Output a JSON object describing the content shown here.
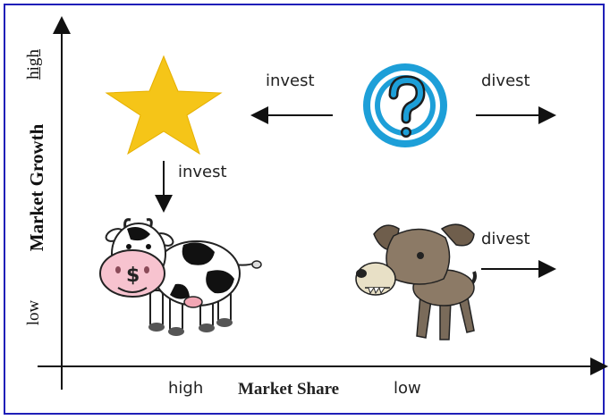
{
  "axes": {
    "y_title": "Market Growth",
    "y_high": "high",
    "y_low": "low",
    "x_title": "Market Share",
    "x_high": "high",
    "x_low": "low"
  },
  "arrows": {
    "question_to_star": "invest",
    "question_out": "divest",
    "star_to_cow": "invest",
    "dog_out": "divest"
  },
  "colors": {
    "frame": "#1f1fb8",
    "star": "#f5c518",
    "question_ring": "#1d9fd8"
  },
  "icons": {
    "star": "star-icon",
    "question": "question-mark-icon",
    "cow": "cash-cow-icon",
    "dog": "dog-icon"
  }
}
